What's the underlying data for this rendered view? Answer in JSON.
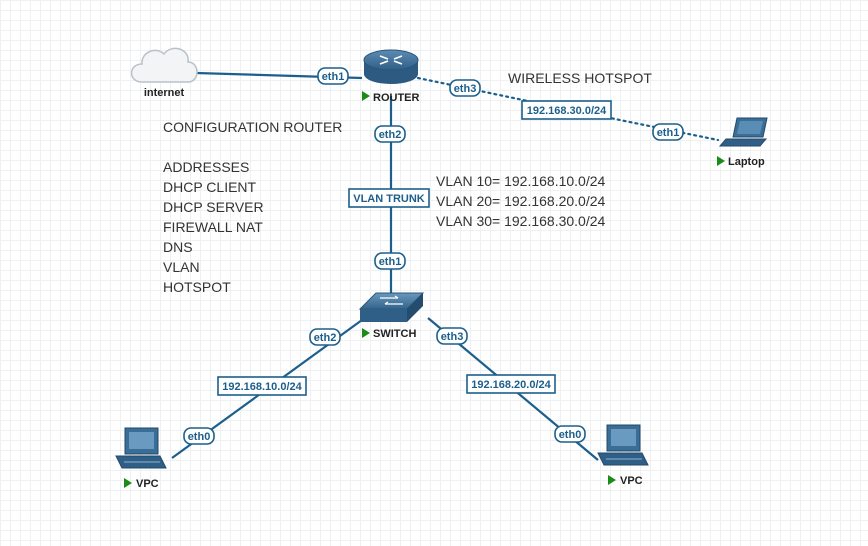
{
  "nodes": {
    "internet": "internet",
    "router": "ROUTER",
    "switch": "SWITCH",
    "laptop": "Laptop",
    "vpc1": "VPC",
    "vpc2": "VPC"
  },
  "ports": {
    "router_eth1": "eth1",
    "router_eth2": "eth2",
    "router_eth3": "eth3",
    "laptop_eth1": "eth1",
    "switch_eth1": "eth1",
    "switch_eth2": "eth2",
    "switch_eth3": "eth3",
    "vpc1_eth0": "eth0",
    "vpc2_eth0": "eth0"
  },
  "networks": {
    "wireless": "192.168.30.0/24",
    "trunk": "VLAN TRUNK",
    "vlan10": "192.168.10.0/24",
    "vlan20": "192.168.20.0/24"
  },
  "texts": {
    "hotspot_title": "WIRELESS HOTSPOT",
    "config_title": "CONFIGURATION ROUTER",
    "config_items": [
      "ADDRESSES",
      "DHCP CLIENT",
      "DHCP SERVER",
      "FIREWALL NAT",
      "DNS",
      "VLAN",
      "HOTSPOT"
    ],
    "vlan_lines": [
      "VLAN 10= 192.168.10.0/24",
      "VLAN 20= 192.168.20.0/24",
      "VLAN 30= 192.168.30.0/24"
    ]
  },
  "colors": {
    "link": "#1c5f8c",
    "device": "#3a6e96",
    "status_green": "#1a8c1a"
  },
  "icons": {
    "internet": "cloud-icon",
    "router": "router-icon",
    "switch": "switch-icon",
    "laptop": "laptop-icon",
    "vpc": "desktop-computer-icon",
    "status": "play-triangle-icon"
  }
}
